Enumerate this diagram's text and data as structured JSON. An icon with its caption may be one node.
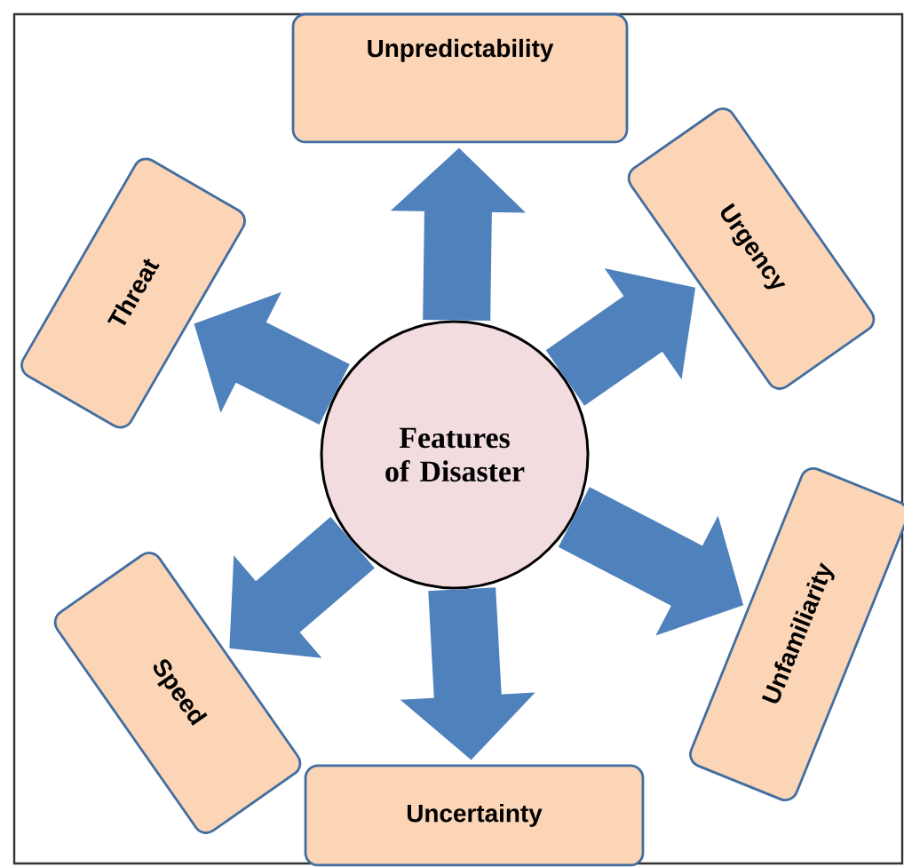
{
  "diagram": {
    "nodes": [
      {
        "text": [
          "Unpredictability"
        ]
      },
      {
        "text": [
          "Threat"
        ]
      },
      {
        "text": [
          "Urgency"
        ]
      },
      {
        "text": [
          "Features of Disaster"
        ]
      },
      {
        "text": [
          "Unfamiliarity"
        ]
      },
      {
        "text": [
          "Speed"
        ]
      },
      {
        "text": [
          "Uncertainty"
        ]
      }
    ],
    "edges": [
      {
        "from": 3,
        "to": 0,
        "arrow": "to"
      },
      {
        "from": 3,
        "to": 1,
        "arrow": "to"
      },
      {
        "from": 3,
        "to": 2,
        "arrow": "to"
      },
      {
        "from": 3,
        "to": 4,
        "arrow": "to"
      },
      {
        "from": 3,
        "to": 5,
        "arrow": "to"
      },
      {
        "from": 3,
        "to": 6,
        "arrow": "to"
      }
    ]
  }
}
